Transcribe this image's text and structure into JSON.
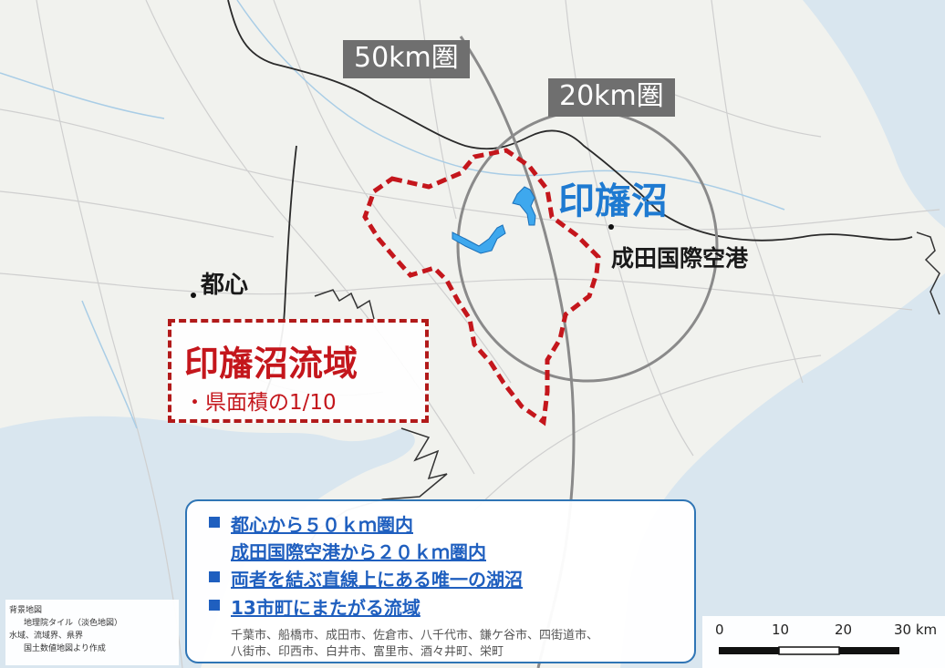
{
  "ring_labels": {
    "outer": "50km圏",
    "inner": "20km圏"
  },
  "places": {
    "lake": "印旛沼",
    "airport": "成田国際空港",
    "center": "都心"
  },
  "basin": {
    "title": "印旛沼流域",
    "subtitle": "・県面積の1/10"
  },
  "info_box": {
    "lines": [
      "都心から５０ｋｍ圏内",
      "成田国際空港から２０ｋｍ圏内",
      "両者を結ぶ直線上にある唯一の湖沼",
      "13市町にまたがる流域"
    ],
    "municipalities": [
      "千葉市、船橋市、成田市、佐倉市、八千代市、鎌ケ谷市、四街道市、",
      "八街市、印西市、白井市、富里市、酒々井町、栄町"
    ]
  },
  "credit": {
    "heading": "背景地図",
    "lines": [
      "地理院タイル（淡色地図）",
      "水域、流域界、県界",
      "国土数値地図より作成"
    ]
  },
  "scale_bar": {
    "ticks": [
      "0",
      "10",
      "20",
      "30 km"
    ]
  },
  "colors": {
    "land": "#f1f2ee",
    "sea": "#d9e6ef",
    "lake": "#3ea8ee",
    "basin_border": "#c4161c",
    "circle": "#8a8a8a",
    "label_bg": "#6f6f6f",
    "info_text": "#1f5fbf",
    "lake_label": "#1e7ad1"
  }
}
